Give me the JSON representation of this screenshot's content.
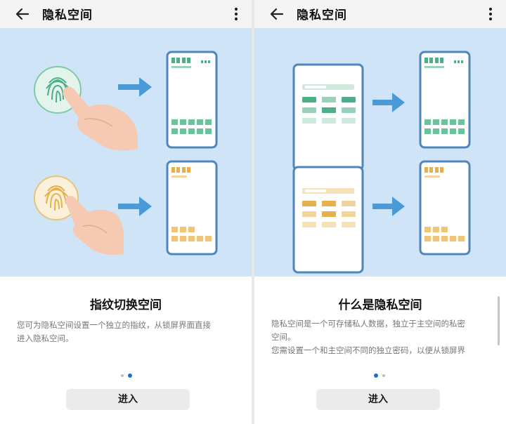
{
  "colors": {
    "illustration_bg": "#cfe4f6",
    "arrow": "#4a9ad8",
    "phone_frame": "#4f86bc",
    "green": "#4caf88",
    "orange": "#e8b04a",
    "dot_active": "#1a6fd0",
    "dot_inactive": "#bcbcbc"
  },
  "left_panel": {
    "title": "隐私空间",
    "back_icon": "arrow-left-icon",
    "more_icon": "more-vertical-icon",
    "heading": "指纹切换空间",
    "body_lines": [
      "您可为隐私空间设置一个独立的指纹，从锁屏界面直接",
      "进入隐私空间。"
    ],
    "button_label": "进入",
    "page_indicator": {
      "total": 2,
      "active": 2
    }
  },
  "right_panel": {
    "title": "隐私空间",
    "back_icon": "arrow-left-icon",
    "more_icon": "more-vertical-icon",
    "heading": "什么是隐私空间",
    "body_lines": [
      "隐私空间是一个可存储私人数据，独立于主空间的私密",
      "空间。",
      "您需设置一个和主空间不同的独立密码，以便从锁屏界"
    ],
    "button_label": "进入",
    "page_indicator": {
      "total": 2,
      "active": 1
    }
  }
}
